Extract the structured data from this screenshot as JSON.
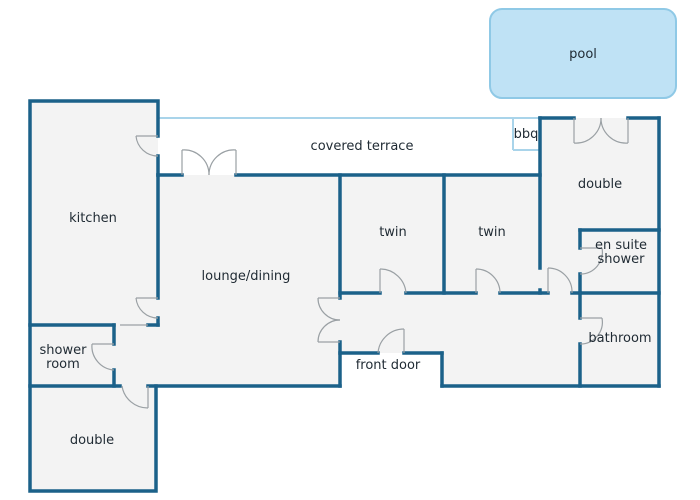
{
  "rooms": {
    "pool": "pool",
    "covered_terrace": "covered terrace",
    "bbq": "bbq",
    "kitchen": "kitchen",
    "lounge_dining": "lounge/dining",
    "twin_left": "twin",
    "twin_right": "twin",
    "double_top": "double",
    "en_suite_line1": "en suite",
    "en_suite_line2": "shower",
    "bathroom": "bathroom",
    "front_door": "front door",
    "shower_room_line1": "shower",
    "shower_room_line2": "room",
    "double_bottom": "double"
  },
  "colors": {
    "wall": "#1b6189",
    "terrace_wall": "#a9d4ea",
    "pool_fill": "#bfe2f5",
    "pool_border": "#8fc9e6",
    "floor": "#f3f3f3",
    "door": "#9aa0a4"
  }
}
